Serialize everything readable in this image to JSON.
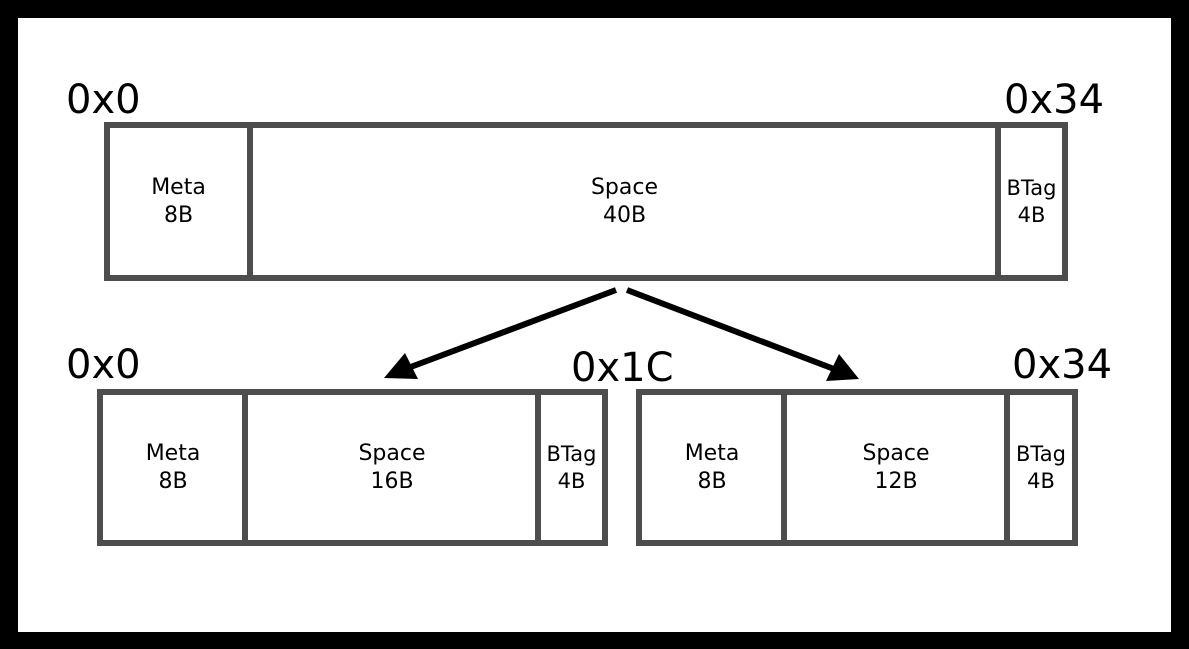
{
  "top": {
    "addr_start": "0x0",
    "addr_end": "0x34",
    "meta": {
      "name": "Meta",
      "size": "8B"
    },
    "space": {
      "name": "Space",
      "size": "40B"
    },
    "btag": {
      "name": "BTag",
      "size": "4B"
    }
  },
  "left": {
    "addr_start": "0x0",
    "addr_end": "0x1C",
    "meta": {
      "name": "Meta",
      "size": "8B"
    },
    "space": {
      "name": "Space",
      "size": "16B"
    },
    "btag": {
      "name": "BTag",
      "size": "4B"
    }
  },
  "right": {
    "addr_end": "0x34",
    "meta": {
      "name": "Meta",
      "size": "8B"
    },
    "space": {
      "name": "Space",
      "size": "12B"
    },
    "btag": {
      "name": "BTag",
      "size": "4B"
    }
  }
}
